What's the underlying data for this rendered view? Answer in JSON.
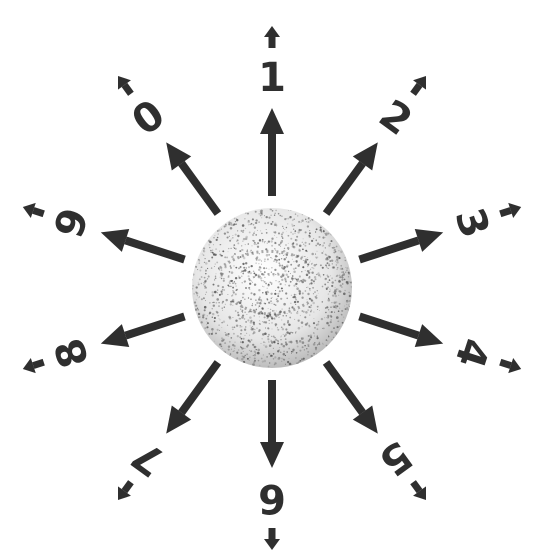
{
  "diagram": {
    "ink_color": "#2f2f2f",
    "background_color": "#ffffff",
    "center": {
      "kind": "speckled-sphere"
    },
    "rays": [
      {
        "label": "1",
        "direction_deg": 0
      },
      {
        "label": "2",
        "direction_deg": 36
      },
      {
        "label": "3",
        "direction_deg": 72
      },
      {
        "label": "4",
        "direction_deg": 108
      },
      {
        "label": "5",
        "direction_deg": 144
      },
      {
        "label": "6",
        "direction_deg": 180
      },
      {
        "label": "7",
        "direction_deg": 216
      },
      {
        "label": "8",
        "direction_deg": 252
      },
      {
        "label": "9",
        "direction_deg": 288
      },
      {
        "label": "0",
        "direction_deg": 324
      }
    ]
  }
}
